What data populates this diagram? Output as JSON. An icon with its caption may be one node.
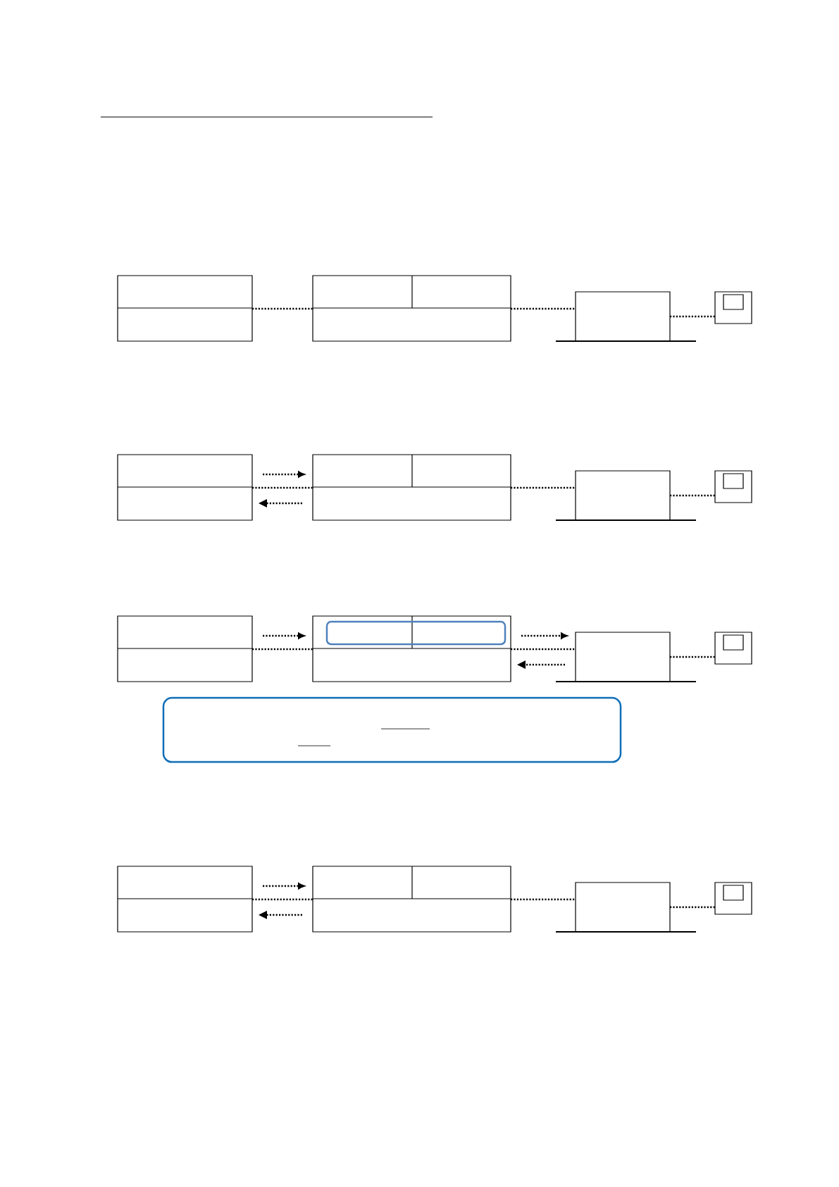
{
  "diagram": {
    "nodes": [
      {
        "text": [],
        "shape": "box"
      },
      {
        "text": [],
        "shape": "box"
      },
      {
        "text": [],
        "shape": "box"
      },
      {
        "text": [],
        "shape": "box"
      },
      {
        "text": [],
        "shape": "box"
      },
      {
        "text": [],
        "shape": "box"
      },
      {
        "text": [],
        "shape": "box"
      },
      {
        "text": [],
        "shape": "box"
      },
      {
        "text": [],
        "shape": "box"
      },
      {
        "text": [],
        "shape": "box"
      },
      {
        "text": [],
        "shape": "box",
        "in": 9
      },
      {
        "text": [],
        "shape": "box"
      },
      {
        "text": [],
        "shape": "box"
      },
      {
        "text": [],
        "shape": "box"
      },
      {
        "text": [],
        "shape": "box"
      },
      {
        "text": [],
        "shape": "box"
      },
      {
        "text": [],
        "shape": "box"
      },
      {
        "text": [],
        "shape": "box"
      }
    ],
    "edges": [
      {
        "from": 0,
        "to": 1,
        "arrow": "none"
      },
      {
        "from": 1,
        "to": 2,
        "arrow": "none"
      },
      {
        "from": 2,
        "to": 3,
        "arrow": "none"
      },
      {
        "from": 4,
        "to": 5,
        "arrow": "none"
      },
      {
        "from": 4,
        "to": 5,
        "arrow": "to"
      },
      {
        "from": 5,
        "to": 4,
        "arrow": "to"
      },
      {
        "from": 5,
        "to": 6,
        "arrow": "none"
      },
      {
        "from": 6,
        "to": 7,
        "arrow": "none"
      },
      {
        "from": 8,
        "to": 9,
        "arrow": "none"
      },
      {
        "from": 8,
        "to": 9,
        "arrow": "to"
      },
      {
        "from": 9,
        "to": 11,
        "arrow": "none"
      },
      {
        "from": 9,
        "to": 11,
        "arrow": "to"
      },
      {
        "from": 11,
        "to": 9,
        "arrow": "to"
      },
      {
        "from": 11,
        "to": 12,
        "arrow": "none"
      },
      {
        "from": 14,
        "to": 15,
        "arrow": "none"
      },
      {
        "from": 14,
        "to": 15,
        "arrow": "to"
      },
      {
        "from": 15,
        "to": 14,
        "arrow": "to"
      },
      {
        "from": 15,
        "to": 16,
        "arrow": "none"
      },
      {
        "from": 16,
        "to": 17,
        "arrow": "none"
      }
    ]
  }
}
